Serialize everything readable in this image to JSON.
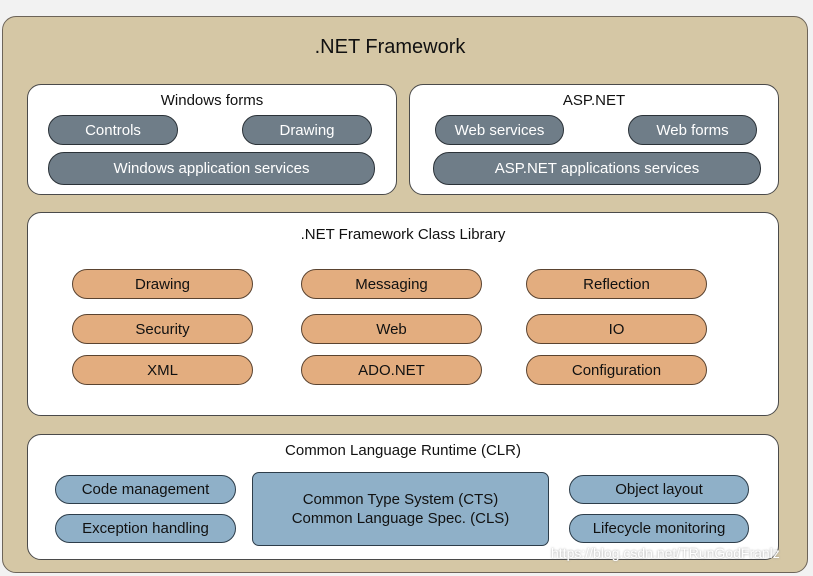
{
  "title": ".NET Framework",
  "windows_forms": {
    "title": "Windows forms",
    "items": [
      "Controls",
      "Drawing",
      "Windows application services"
    ]
  },
  "aspnet": {
    "title": "ASP.NET",
    "items": [
      "Web services",
      "Web forms",
      "ASP.NET applications services"
    ]
  },
  "class_library": {
    "title": ".NET Framework Class Library",
    "items": [
      "Drawing",
      "Messaging",
      "Reflection",
      "Security",
      "Web",
      "IO",
      "XML",
      "ADO.NET",
      "Configuration"
    ]
  },
  "clr": {
    "title": "Common Language Runtime (CLR)",
    "left_items": [
      "Code management",
      "Exception handling"
    ],
    "center_lines": [
      "Common Type System (CTS)",
      "Common Language Spec. (CLS)"
    ],
    "right_items": [
      "Object layout",
      "Lifecycle monitoring"
    ]
  },
  "watermark": "https://blog.csdn.net/TRunGodFranlz",
  "colors": {
    "frame": "#d5c7a5",
    "gray_pill": "#6f7d88",
    "orange_pill": "#e3ad7f",
    "blue_pill": "#8fb0c8"
  }
}
